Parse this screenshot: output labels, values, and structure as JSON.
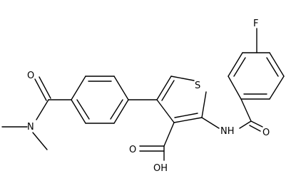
{
  "molecule": {
    "atoms": {
      "o_amide_left": "O",
      "n_dimethyl": "N",
      "s_thiophene": "S",
      "f_aryl": "F",
      "nh_amide": "NH",
      "o_benzoyl": "O",
      "oh_acid": "OH",
      "o_acid": "O"
    }
  }
}
